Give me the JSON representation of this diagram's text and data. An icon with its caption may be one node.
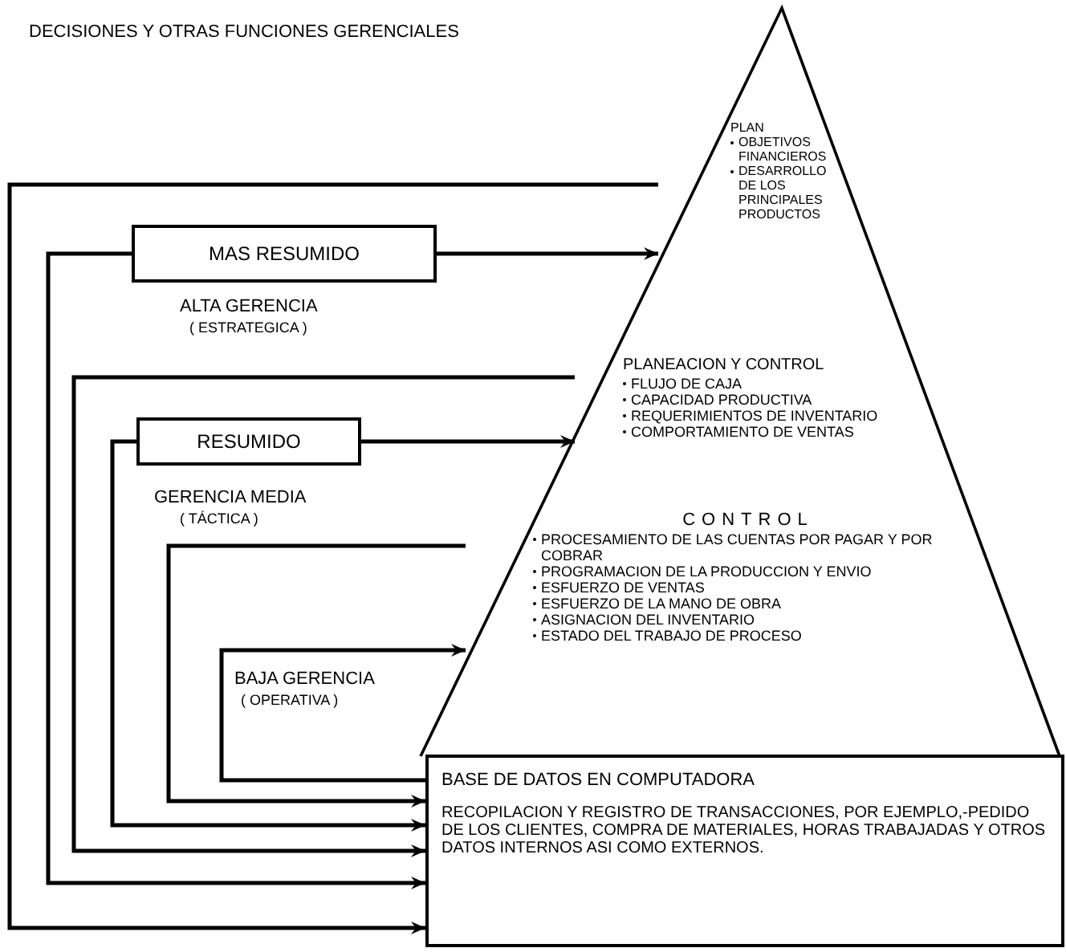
{
  "diagram": {
    "title": "DECISIONES Y OTRAS FUNCIONES GERENCIALES",
    "nodes": [
      {
        "text": [
          "PLAN",
          "OBJETIVOS FINANCIEROS",
          "DESARROLLO DE LOS PRINCIPALES PRODUCTOS"
        ]
      },
      {
        "text": [
          "PLANEACION Y CONTROL",
          "FLUJO DE CAJA",
          "CAPACIDAD PRODUCTIVA",
          "REQUERIMIENTOS DE INVENTARIO",
          "COMPORTAMIENTO DE VENTAS"
        ]
      },
      {
        "text": [
          "CONTROL",
          "PROCESAMIENTO DE LAS CUENTAS POR PAGAR Y POR COBRAR",
          "PROGRAMACION DE LA PRODUCCION Y ENVIO",
          "ESFUERZO DE VENTAS",
          "ESFUERZO DE LA MANO DE OBRA",
          "ASIGNACION DEL INVENTARIO",
          "ESTADO DEL TRABAJO DE PROCESO"
        ]
      },
      {
        "text": [
          "BASE DE DATOS EN COMPUTADORA",
          "RECOPILACION Y REGISTRO DE TRANSACCIONES, POR EJEMPLO,-PEDIDO DE LOS CLIENTES, COMPRA DE MATERIALES, HORAS TRABAJADAS Y OTROS DATOS INTERNOS ASI COMO EXTERNOS."
        ]
      },
      {
        "text": [
          "MAS RESUMIDO"
        ]
      },
      {
        "text": [
          "RESUMIDO"
        ]
      }
    ],
    "edges": [
      {
        "from": 4,
        "to": 0,
        "arrow": "to"
      },
      {
        "from": 5,
        "to": 1,
        "arrow": "to"
      },
      {
        "from": 0,
        "to": 3,
        "arrow": "to"
      },
      {
        "from": 4,
        "to": 3,
        "arrow": "to"
      },
      {
        "from": 1,
        "to": 3,
        "arrow": "to"
      },
      {
        "from": 5,
        "to": 3,
        "arrow": "to"
      },
      {
        "from": 2,
        "to": 3,
        "arrow": "to"
      },
      {
        "from": 3,
        "to": 2,
        "arrow": "to"
      }
    ],
    "labels": [
      "ALTA GERENCIA",
      "( ESTRATEGICA )",
      "GERENCIA MEDIA",
      "( TÁCTICA )",
      "BAJA GERENCIA",
      "( OPERATIVA )"
    ]
  }
}
